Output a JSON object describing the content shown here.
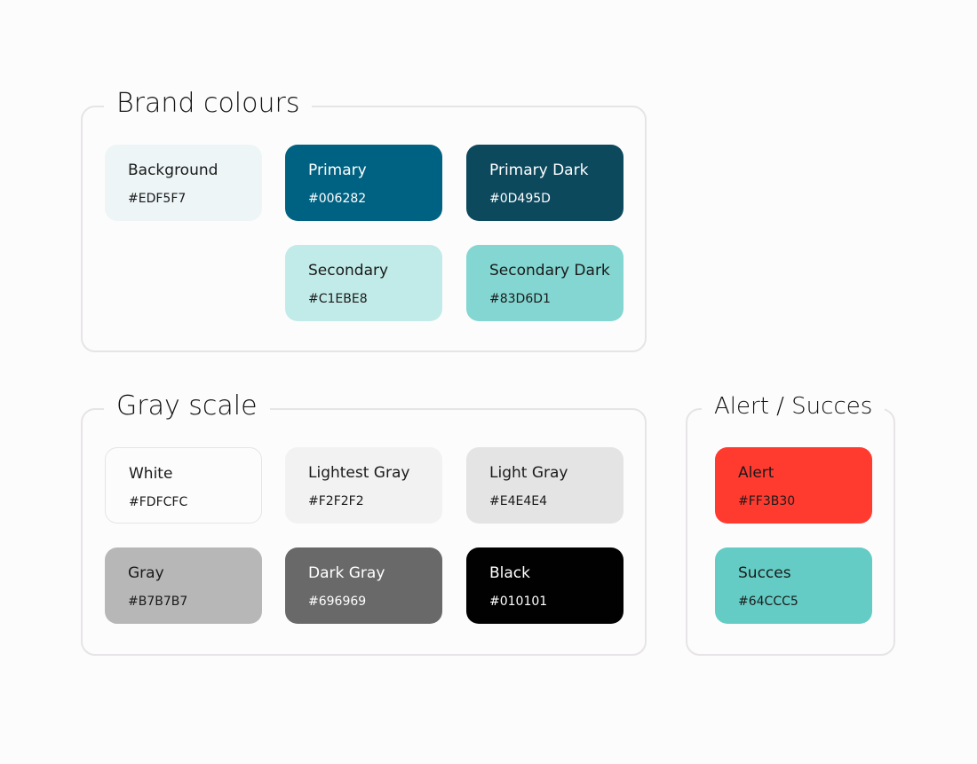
{
  "brand": {
    "title": "Brand colours",
    "swatches": [
      {
        "name": "Background",
        "hex": "#EDF5F7",
        "text_color": "#1A1A1A"
      },
      {
        "name": "Primary",
        "hex": "#006282",
        "text_color": "#FFFFFF"
      },
      {
        "name": "Primary Dark",
        "hex": "#0D495D",
        "text_color": "#FFFFFF"
      },
      {
        "name": "Secondary",
        "hex": "#C1EBE8",
        "text_color": "#1A1A1A"
      },
      {
        "name": "Secondary Dark",
        "hex": "#83D6D1",
        "text_color": "#1A1A1A"
      }
    ]
  },
  "gray": {
    "title": "Gray scale",
    "swatches": [
      {
        "name": "White",
        "hex": "#FDFCFC",
        "text_color": "#1A1A1A"
      },
      {
        "name": "Lightest Gray",
        "hex": "#F2F2F2",
        "text_color": "#1A1A1A"
      },
      {
        "name": "Light Gray",
        "hex": "#E4E4E4",
        "text_color": "#1A1A1A"
      },
      {
        "name": "Gray",
        "hex": "#B7B7B7",
        "text_color": "#1A1A1A"
      },
      {
        "name": "Dark Gray",
        "hex": "#696969",
        "text_color": "#FFFFFF"
      },
      {
        "name": "Black",
        "hex": "#010101",
        "text_color": "#FFFFFF"
      }
    ]
  },
  "alert": {
    "title": "Alert / Succes",
    "swatches": [
      {
        "name": "Alert",
        "hex": "#FF3B30",
        "text_color": "#1A1A1A"
      },
      {
        "name": "Succes",
        "hex": "#64CCC5",
        "text_color": "#1A1A1A"
      }
    ]
  }
}
